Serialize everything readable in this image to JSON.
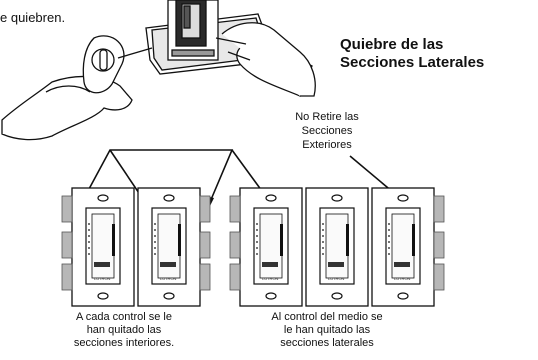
{
  "intro_text": "e quiebren.",
  "section_title": {
    "line1": "Quiebre de las",
    "line2": "Secciones Laterales"
  },
  "callout": {
    "line1": "No Retire las",
    "line2": "Secciones",
    "line3": "Exteriores"
  },
  "device_brand": "LUTRON",
  "caption_left": {
    "line1": "A cada control se le",
    "line2": "han quitado las",
    "line3": "secciones interiores."
  },
  "caption_right": {
    "line1": "Al control del medio se",
    "line2": "le han quitado las",
    "line3": "secciones laterales"
  }
}
